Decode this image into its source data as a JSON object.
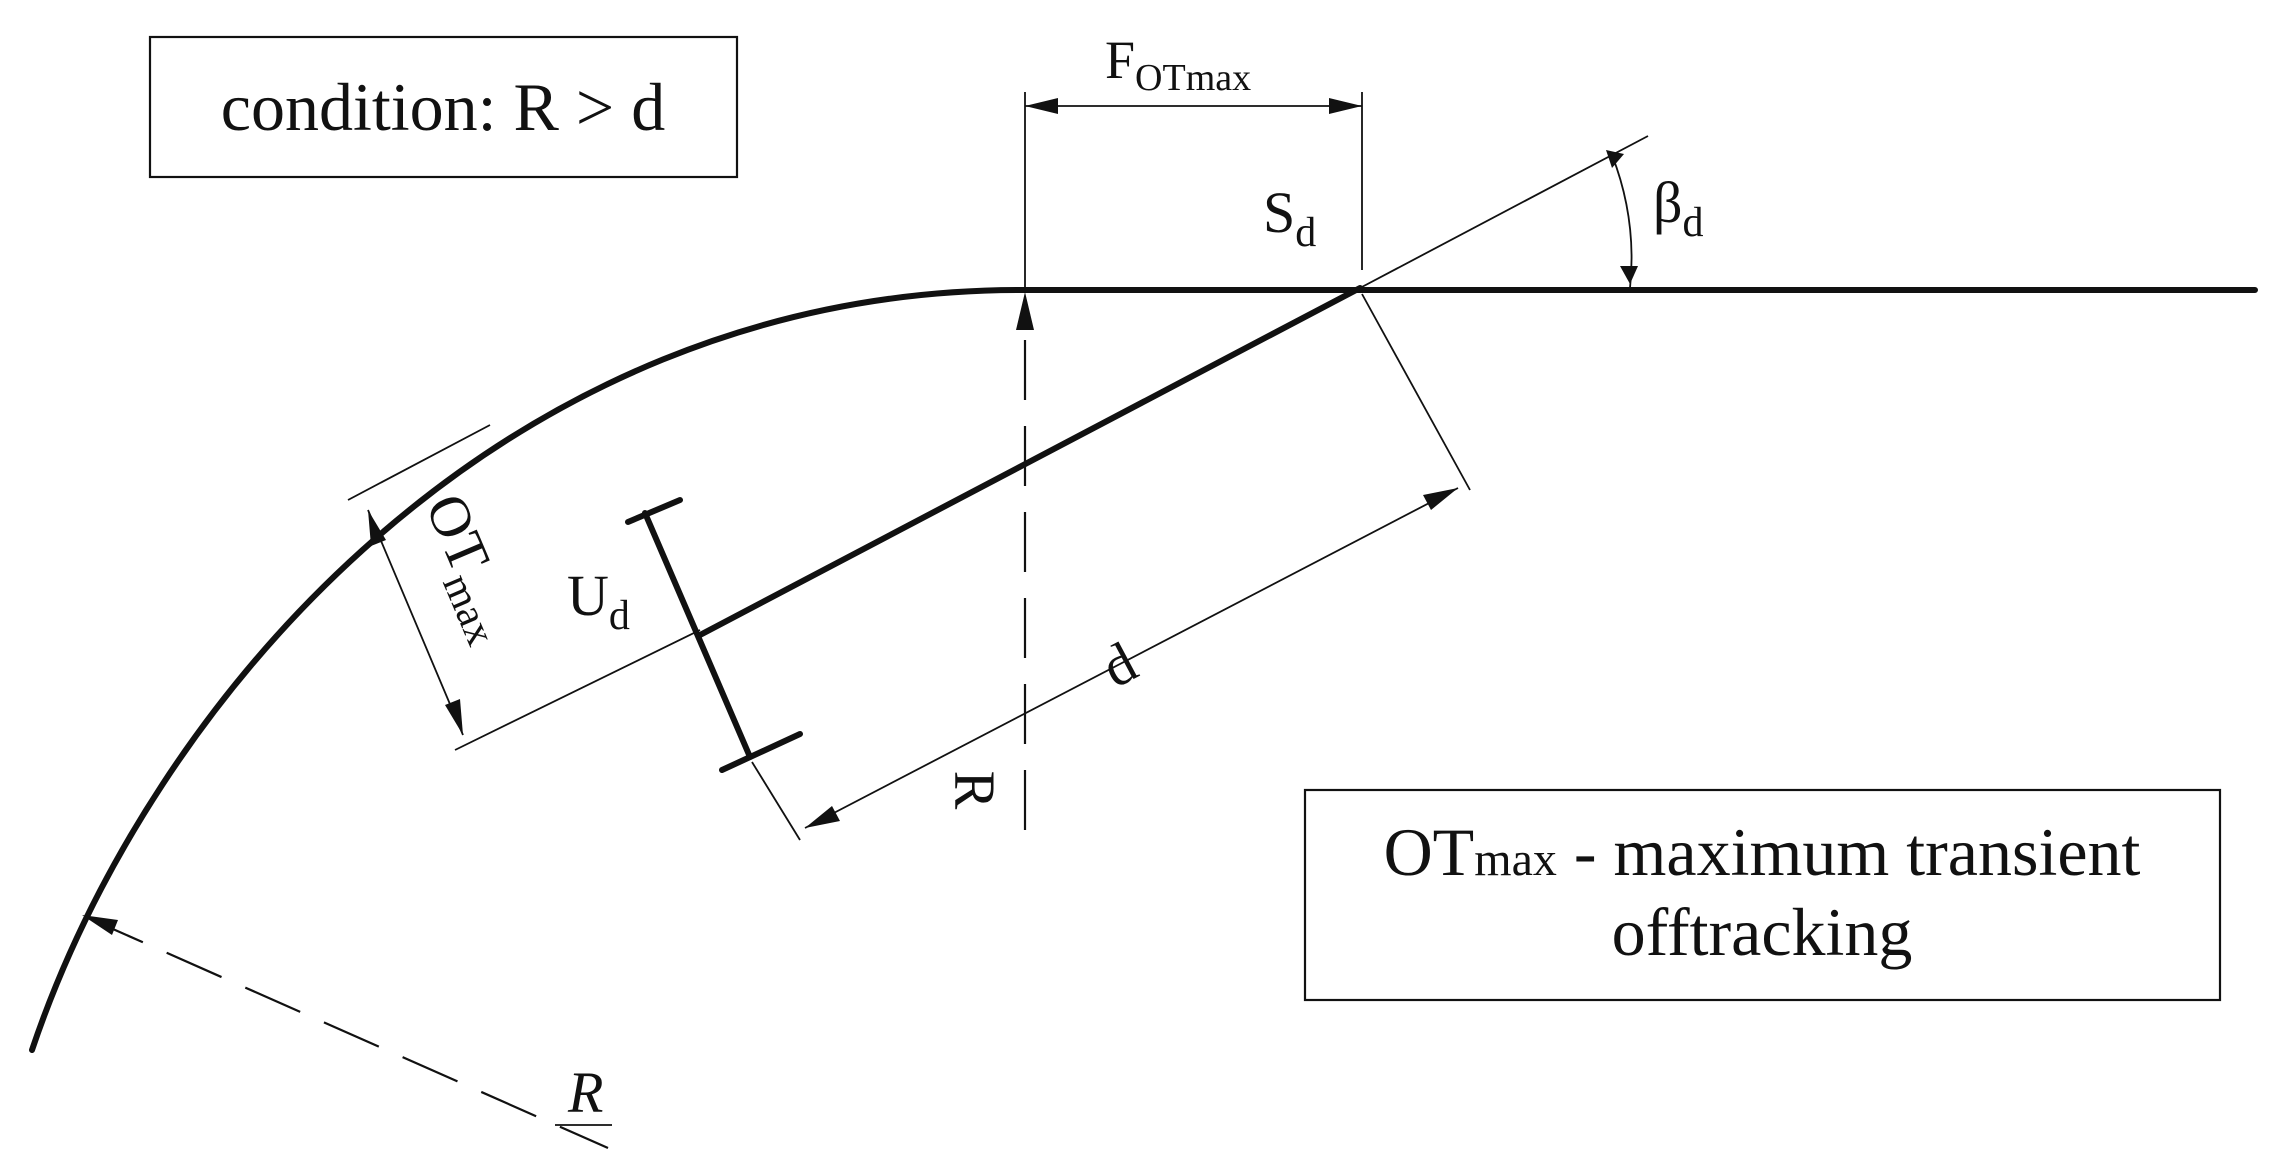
{
  "condition_box": {
    "text": "condition: R > d"
  },
  "legend_box": {
    "line1_prefix": "OT",
    "line1_sub": "max",
    "line1_rest": " - maximum transient",
    "line2": "offtracking"
  },
  "labels": {
    "f_ot_max": {
      "main": "F",
      "sub": "OTmax"
    },
    "s_d": {
      "main": "S",
      "sub": "d"
    },
    "beta_d": {
      "main": "β",
      "sub": "d"
    },
    "u_d": {
      "main": "U",
      "sub": "d"
    },
    "ot_max": {
      "main": "OT",
      "sub": "max"
    },
    "d": "d",
    "r_vertical": "R",
    "r_radius": "R"
  },
  "colors": {
    "ink": "#111111",
    "background": "#ffffff"
  }
}
